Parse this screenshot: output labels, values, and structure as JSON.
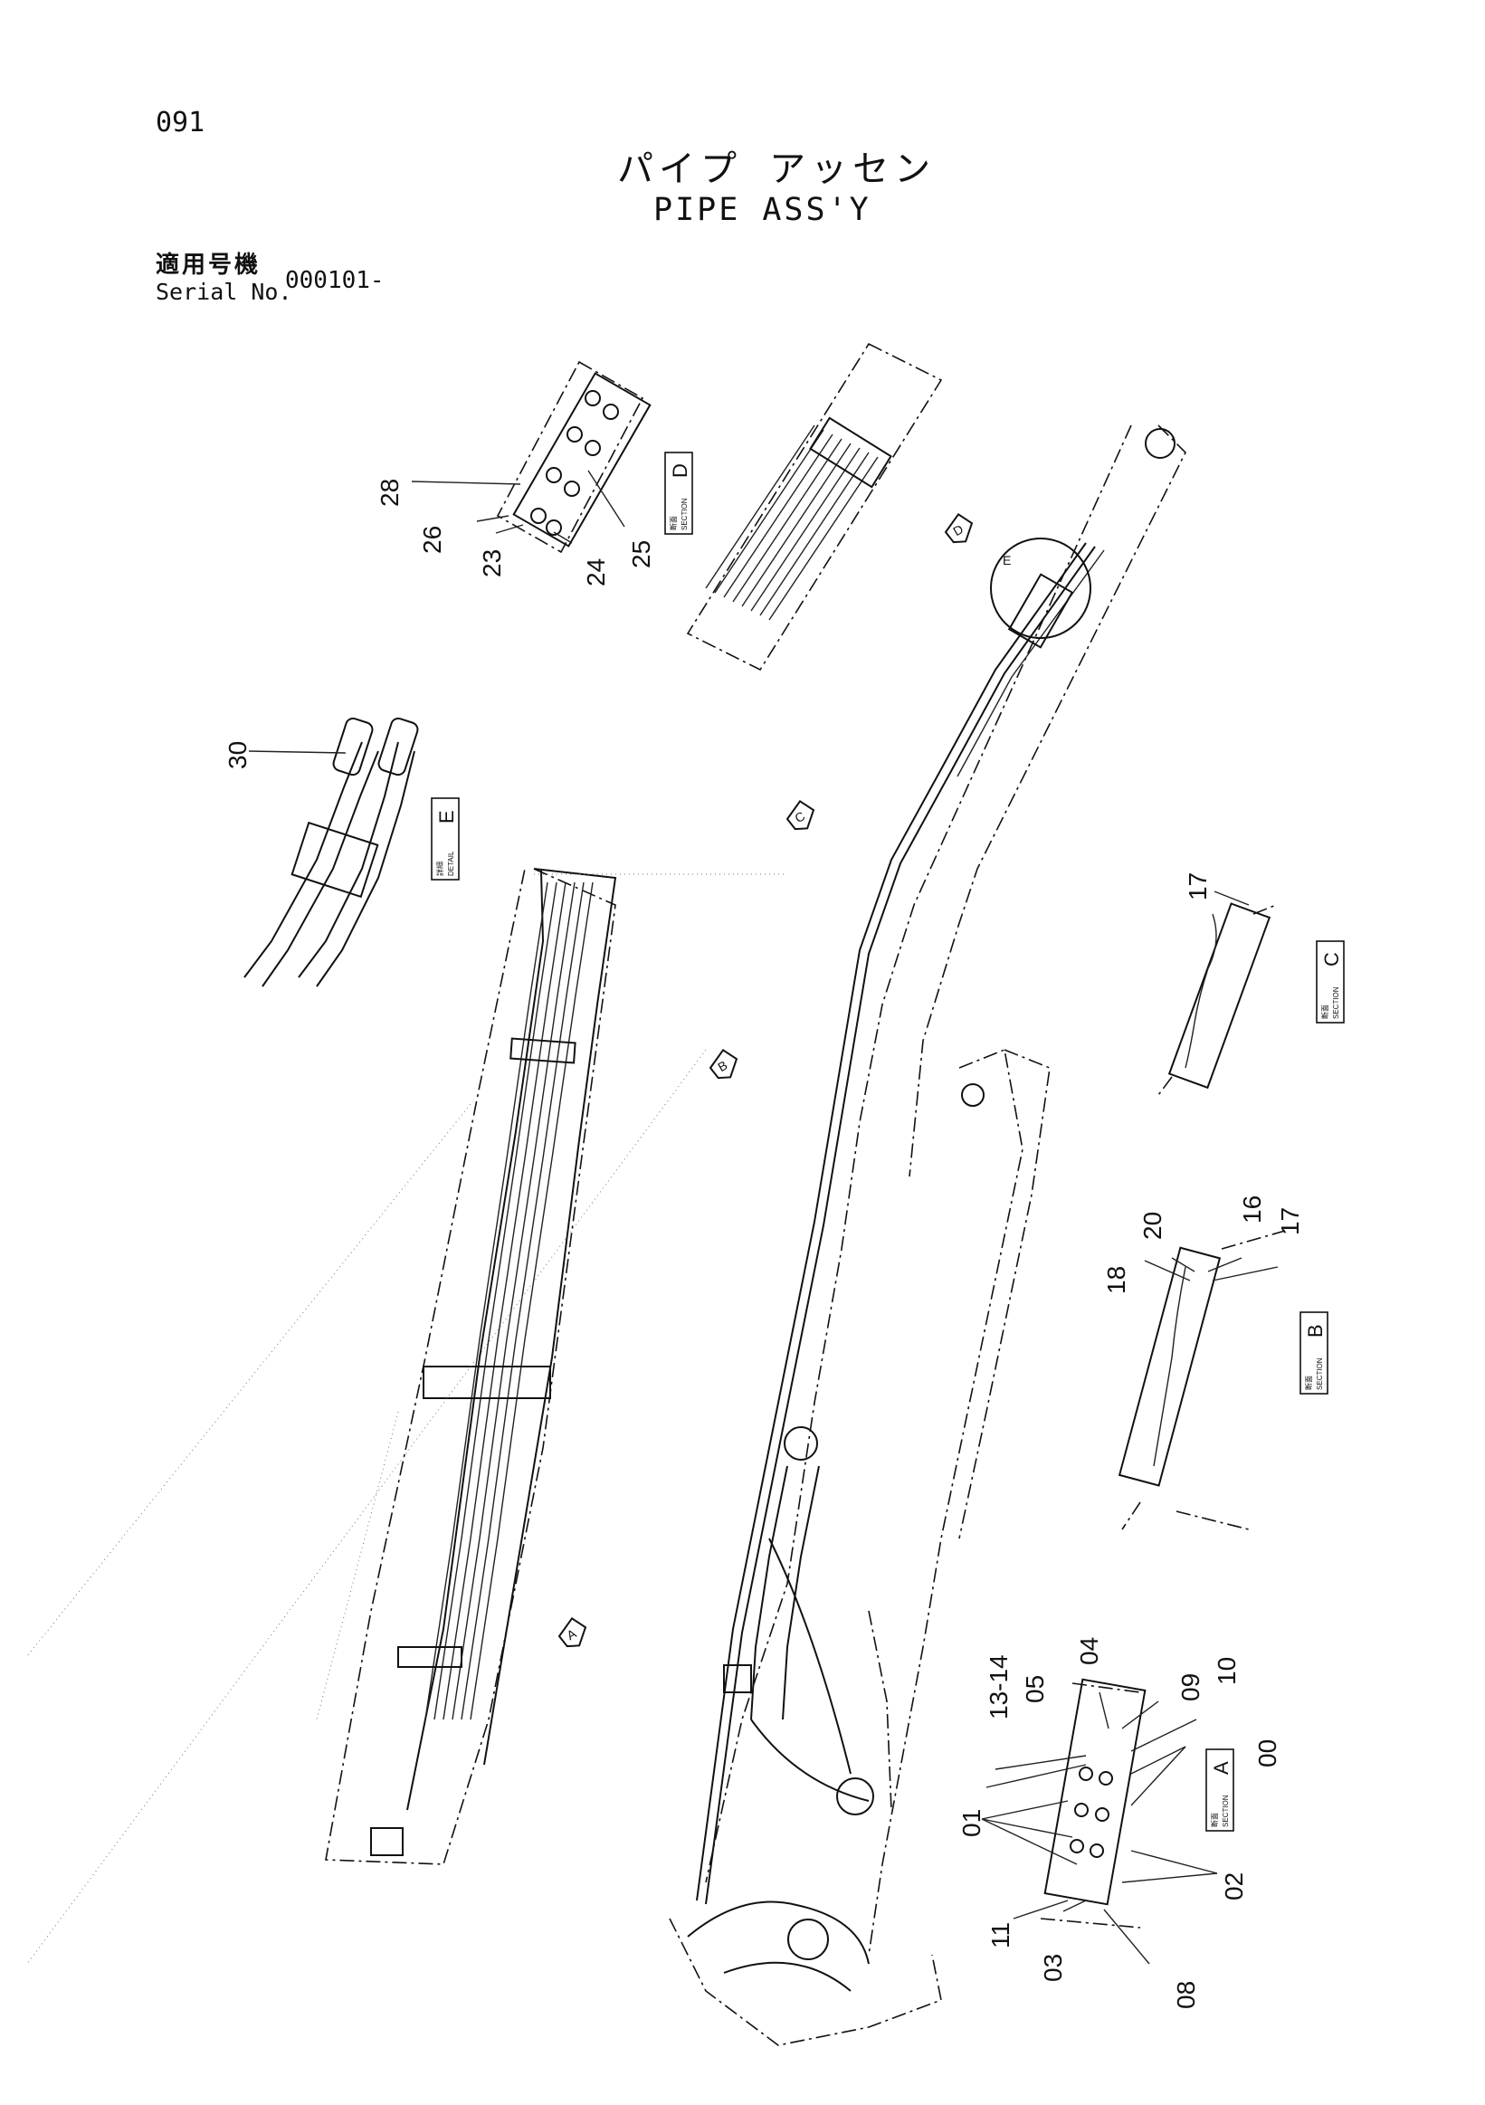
{
  "page": {
    "number": "091"
  },
  "title": {
    "japanese": "パイプ アッセン",
    "english": "PIPE ASS'Y"
  },
  "serial": {
    "label_jp": "適用号機",
    "label_en": "Serial No.",
    "value": "000101-"
  },
  "section_labels": {
    "A": {
      "kanji": "断面",
      "word": "SECTION",
      "letter": "A"
    },
    "B": {
      "kanji": "断面",
      "word": "SECTION",
      "letter": "B"
    },
    "C": {
      "kanji": "断面",
      "word": "SECTION",
      "letter": "C"
    },
    "D": {
      "kanji": "断面",
      "word": "SECTION",
      "letter": "D"
    },
    "E": {
      "kanji": "詳細",
      "word": "DETAIL",
      "letter": "E"
    }
  },
  "view_markers": {
    "A": "A",
    "B": "B",
    "C": "C",
    "D": "D",
    "E": "E"
  },
  "callouts": {
    "section_d": [
      "28",
      "26",
      "23",
      "24",
      "25"
    ],
    "detail_e": [
      "30"
    ],
    "section_c": [
      "17"
    ],
    "section_b": [
      "18",
      "20",
      "16",
      "17"
    ],
    "section_a": [
      "13-14",
      "05",
      "04",
      "09",
      "10",
      "00",
      "01",
      "02",
      "11",
      "03",
      "08"
    ]
  }
}
